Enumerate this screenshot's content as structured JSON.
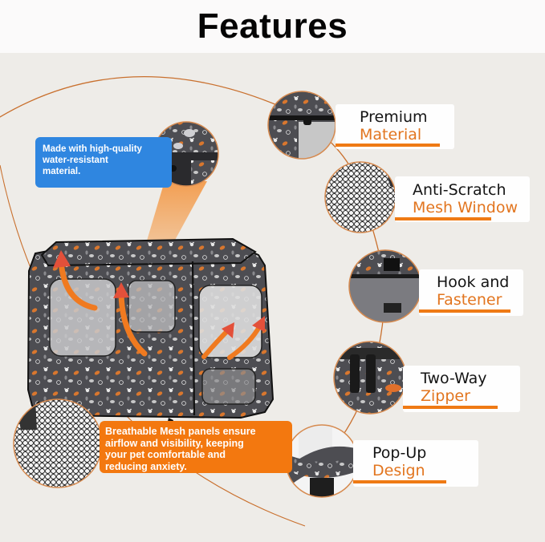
{
  "header": {
    "title": "Features"
  },
  "callouts": {
    "blue": {
      "lines": [
        "Made with high-quality",
        "water-resistant",
        "material."
      ],
      "color": "#2f86e0"
    },
    "orange": {
      "lines": [
        "Breathable Mesh panels ensure",
        "airflow and visibility, keeping",
        "your pet comfortable and",
        "reducing anxiety."
      ],
      "color": "#f3780f"
    }
  },
  "features": [
    {
      "line1": "Premium",
      "line2": "Material",
      "icon": "fabric-closeup-image"
    },
    {
      "line1": "Anti-Scratch",
      "line2": "Mesh Window",
      "icon": "mesh-closeup-image"
    },
    {
      "line1": "Hook and",
      "line2": "Fastener",
      "icon": "hook-fastener-closeup-image"
    },
    {
      "line1": "Two-Way",
      "line2": "Zipper",
      "icon": "zipper-closeup-image"
    },
    {
      "line1": "Pop-Up",
      "line2": "Design",
      "icon": "popup-folding-image"
    }
  ],
  "colors": {
    "accent_orange": "#ef7a14",
    "label_orange": "#e2751f",
    "background": "#eeece8",
    "header_bg": "#fbfafa",
    "fabric_dark": "#4a4a4e"
  }
}
